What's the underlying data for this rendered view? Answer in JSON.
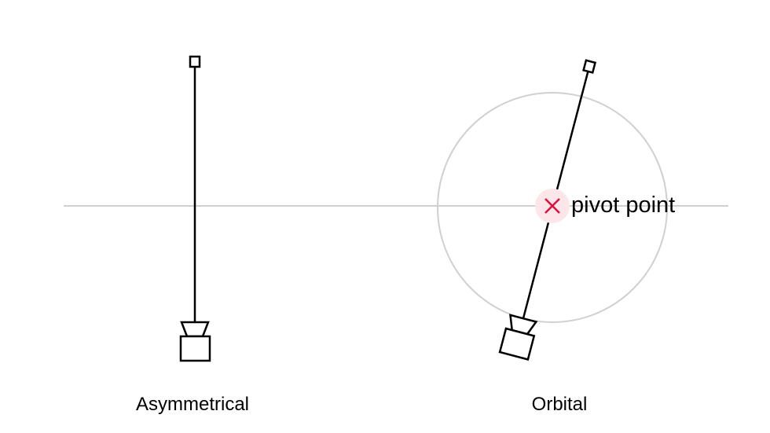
{
  "labels": {
    "asymmetrical": "Asymmetrical",
    "orbital": "Orbital",
    "pivot_point": "pivot point"
  },
  "colors": {
    "guide": "#d0d0d0",
    "pivot_marker": "#e0103a",
    "pivot_glow": "#fde6ea",
    "rig": "#000000",
    "background": "#ffffff"
  }
}
